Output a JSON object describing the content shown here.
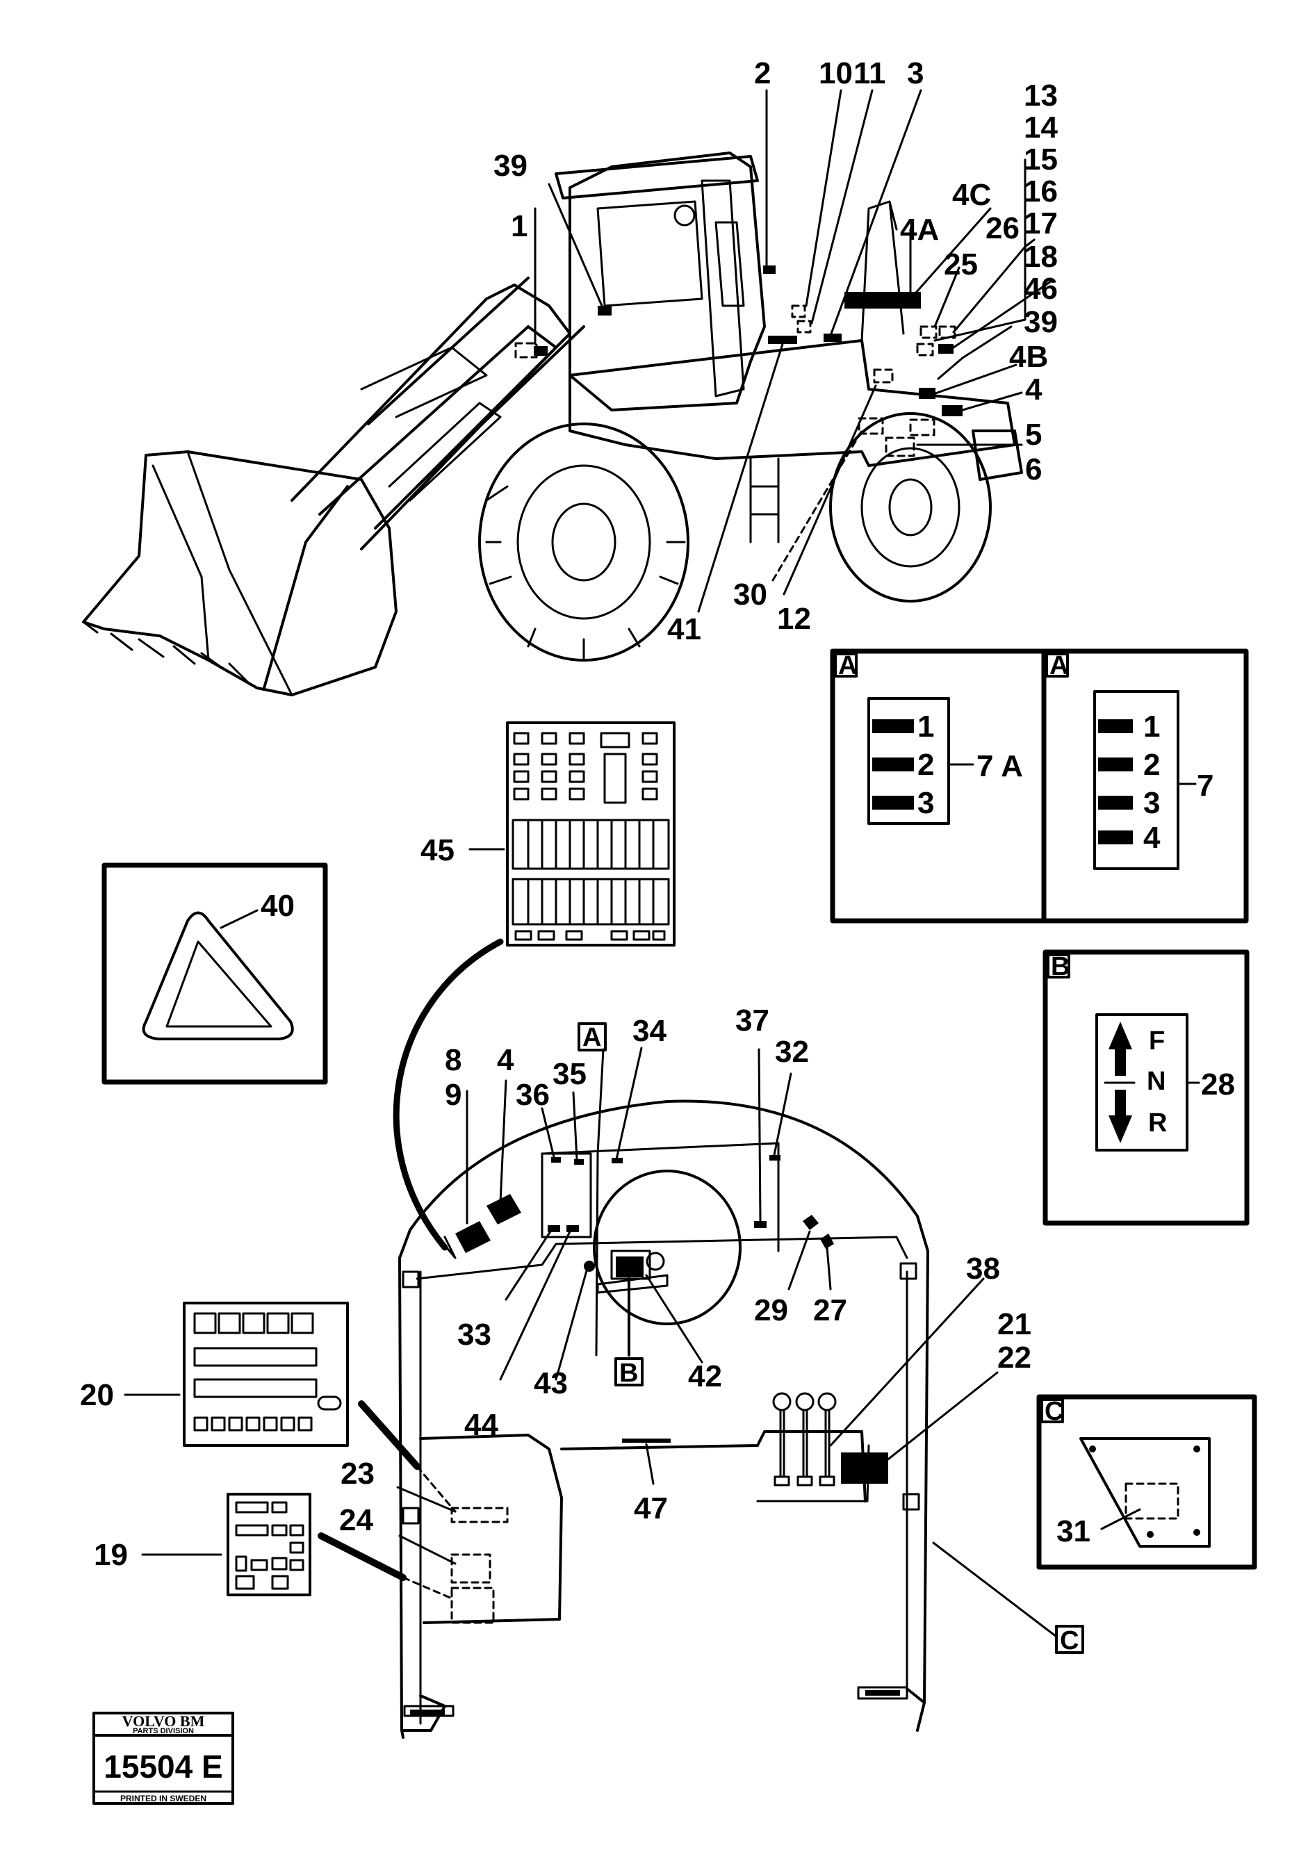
{
  "callouts": {
    "c1": "1",
    "c2": "2",
    "c3": "3",
    "c4": "4",
    "c4a": "4A",
    "c4b": "4B",
    "c4c": "4C",
    "c5": "5",
    "c6": "6",
    "c7": "7",
    "c7a": "7 A",
    "c8": "8",
    "c9": "9",
    "c10": "10",
    "c11": "11",
    "c12": "12",
    "c13": "13",
    "c14": "14",
    "c15": "15",
    "c16": "16",
    "c17": "17",
    "c18": "18",
    "c19": "19",
    "c20": "20",
    "c21": "21",
    "c22": "22",
    "c23": "23",
    "c24": "24",
    "c25": "25",
    "c26": "26",
    "c27": "27",
    "c28": "28",
    "c29": "29",
    "c30": "30",
    "c31": "31",
    "c32": "32",
    "c33": "33",
    "c34": "34",
    "c35": "35",
    "c36": "36",
    "c37": "37",
    "c38": "38",
    "c39": "39",
    "c39b": "39",
    "c40": "40",
    "c41": "41",
    "c42": "42",
    "c43": "43",
    "c44": "44",
    "c45": "45",
    "c46": "46",
    "c47": "47",
    "c4dash": "4"
  },
  "detail_tags": {
    "a": "A",
    "b": "B",
    "c": "C"
  },
  "panel_a_left_numbers": [
    "1",
    "2",
    "3"
  ],
  "panel_a_right_numbers": [
    "1",
    "2",
    "3",
    "4"
  ],
  "panel_b_letters": [
    "F",
    "N",
    "R"
  ],
  "stamp": {
    "brand": "VOLVO BM",
    "division": "PARTS DIVISION",
    "number": "15504 E",
    "printed": "PRINTED IN SWEDEN"
  }
}
